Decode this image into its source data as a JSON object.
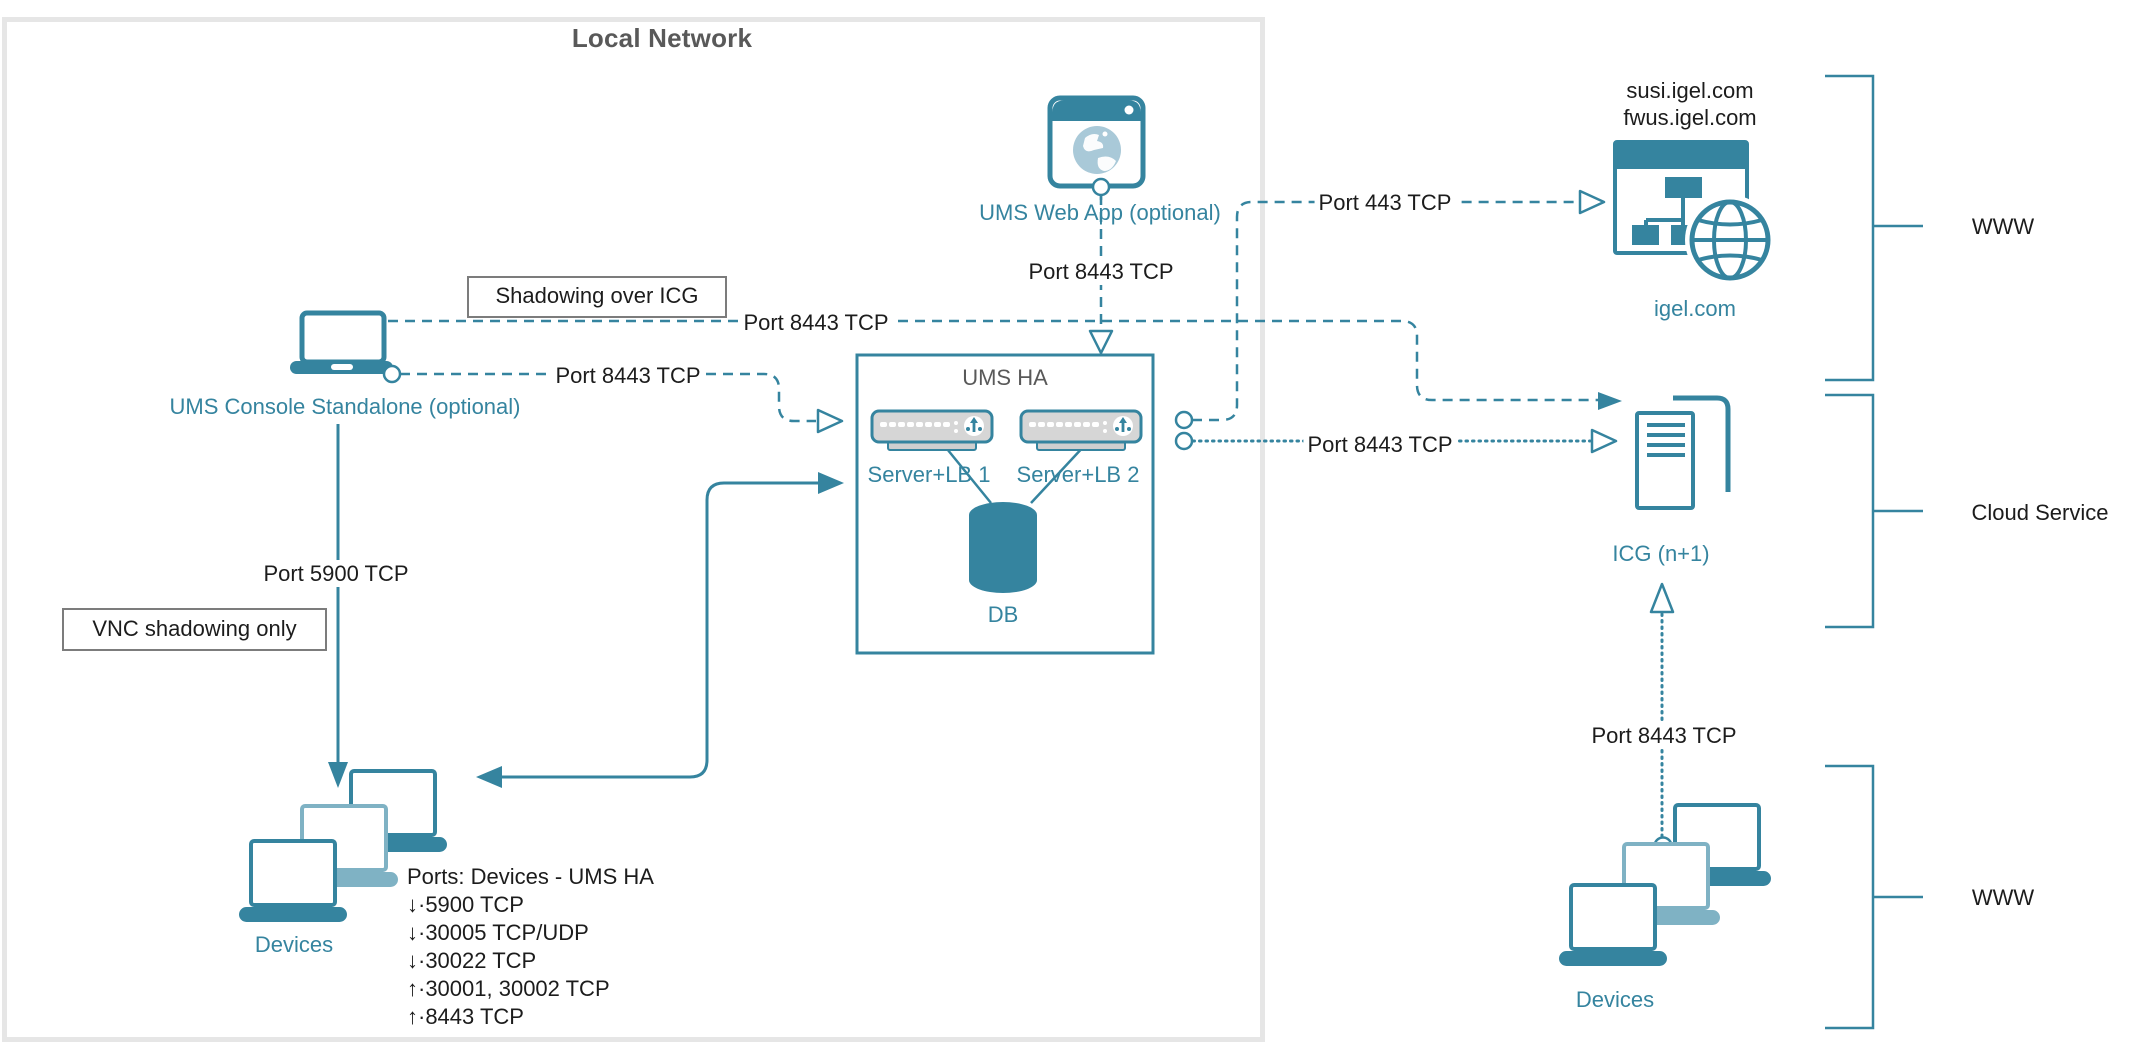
{
  "title": {
    "local_network": "Local Network"
  },
  "nodes": {
    "ums_console": {
      "label": "UMS Console Standalone (optional)"
    },
    "ums_web_app": {
      "label": "UMS Web App (optional)"
    },
    "ums_ha": {
      "title": "UMS HA",
      "server1_label": "Server+LB 1",
      "server2_label": "Server+LB 2",
      "db_label": "DB"
    },
    "igel_site": {
      "domain1": "susi.igel.com",
      "domain2": "fwus.igel.com",
      "label": "igel.com"
    },
    "icg": {
      "label": "ICG (n+1)"
    },
    "devices_local": {
      "label": "Devices"
    },
    "devices_remote": {
      "label": "Devices"
    }
  },
  "callouts": {
    "shadowing_over_icg": "Shadowing over ICG",
    "vnc_shadowing_only": "VNC shadowing only"
  },
  "edges": {
    "console_shadowing_port": "Port 8443 TCP",
    "console_to_umsha_port": "Port 8443 TCP",
    "webapp_to_umsha_port": "Port 8443 TCP",
    "umsha_to_igel_port": "Port 443 TCP",
    "umsha_to_icg_port": "Port 8443 TCP",
    "devices_to_icg_port": "Port 8443 TCP",
    "console_to_devices_port": "Port 5900 TCP"
  },
  "ports_list": {
    "title": "Ports: Devices - UMS HA",
    "items": [
      "↓·5900 TCP",
      "↓·30005 TCP/UDP",
      "↓·30022 TCP",
      "↑·30001, 30002 TCP",
      "↑·8443 TCP"
    ]
  },
  "zones": {
    "www_top": "WWW",
    "cloud_service": "Cloud Service",
    "www_bottom": "WWW"
  },
  "colors": {
    "teal": "#35849f",
    "teal_light": "#7fb2c4",
    "network_border_gray": "#e6e6e6",
    "callout_border_gray": "#7c7c7c",
    "heading_gray": "#595959",
    "server_gray": "#d6d6d6",
    "text_black": "#1c1c1c"
  }
}
